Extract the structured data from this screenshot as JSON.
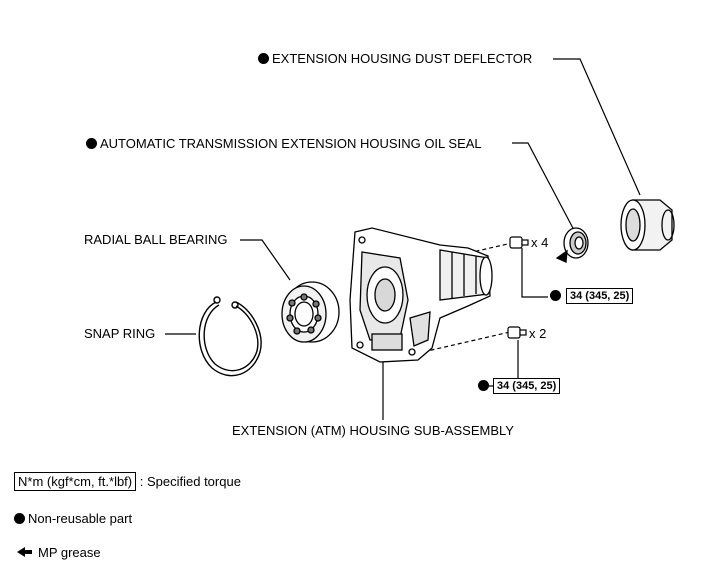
{
  "labels": {
    "dust_deflector": "EXTENSION HOUSING DUST DEFLECTOR",
    "oil_seal": "AUTOMATIC TRANSMISSION EXTENSION HOUSING OIL SEAL",
    "radial_bearing": "RADIAL BALL BEARING",
    "snap_ring": "SNAP RING",
    "housing": "EXTENSION (ATM) HOUSING SUB-ASSEMBLY"
  },
  "torque": {
    "upper": "34 (345, 25)",
    "lower": "34 (345, 25)"
  },
  "quantities": {
    "upper_bolts": "x 4",
    "lower_bolts": "x 2"
  },
  "legend": {
    "torque_unit": "N*m (kgf*cm, ft.*lbf)",
    "torque_desc": ": Specified torque",
    "non_reusable": "Non-reusable part",
    "mp_grease": "MP grease"
  }
}
